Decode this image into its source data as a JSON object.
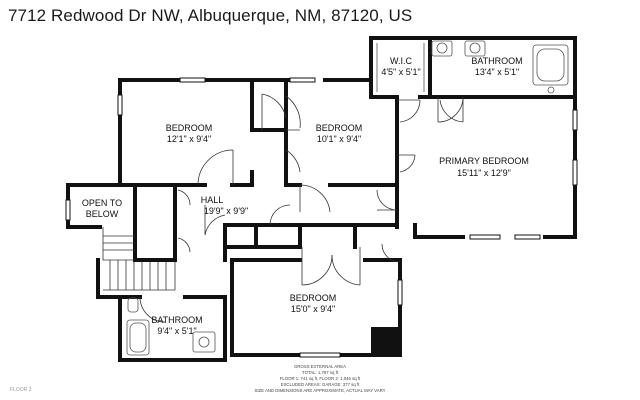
{
  "title": "7712 Redwood Dr NW, Albuquerque, NM, 87120, US",
  "rooms": {
    "wic": {
      "name": "W.I.C",
      "dims": "4'5\" x 5'1\""
    },
    "bath_top": {
      "name": "BATHROOM",
      "dims": "13'4\" x 5'1\""
    },
    "bed1": {
      "name": "BEDROOM",
      "dims": "12'1\" x 9'4\""
    },
    "bed2": {
      "name": "BEDROOM",
      "dims": "10'1\" x 9'4\""
    },
    "primary": {
      "name": "PRIMARY BEDROOM",
      "dims": "15'11\" x 12'9\""
    },
    "open": {
      "line1": "OPEN TO",
      "line2": "BELOW"
    },
    "hall": {
      "name": "HALL",
      "dims": "19'9\" x 9'9\""
    },
    "bed3": {
      "name": "BEDROOM",
      "dims": "15'0\" x 9'4\""
    },
    "bath_bot": {
      "name": "BATHROOM",
      "dims": "9'4\" x 5'1\""
    }
  },
  "area": {
    "heading": "GROSS EXTERNAL AREA",
    "total": "TOTAL: 1,787 sq ft",
    "floors": "FLOOR 1: 741 sq ft, FLOOR 2: 1,046 sq ft",
    "excluded": "EXCLUDED AREAS: GARAGE: 377 sq ft",
    "disclaimer": "SIZE AND DIMENSIONS ARE APPROXIMATE, ACTUAL MAY VARY"
  },
  "floor_label": "FLOOR 2",
  "colors": {
    "wall": "#111111",
    "fixture": "#555555",
    "background": "#ffffff"
  }
}
